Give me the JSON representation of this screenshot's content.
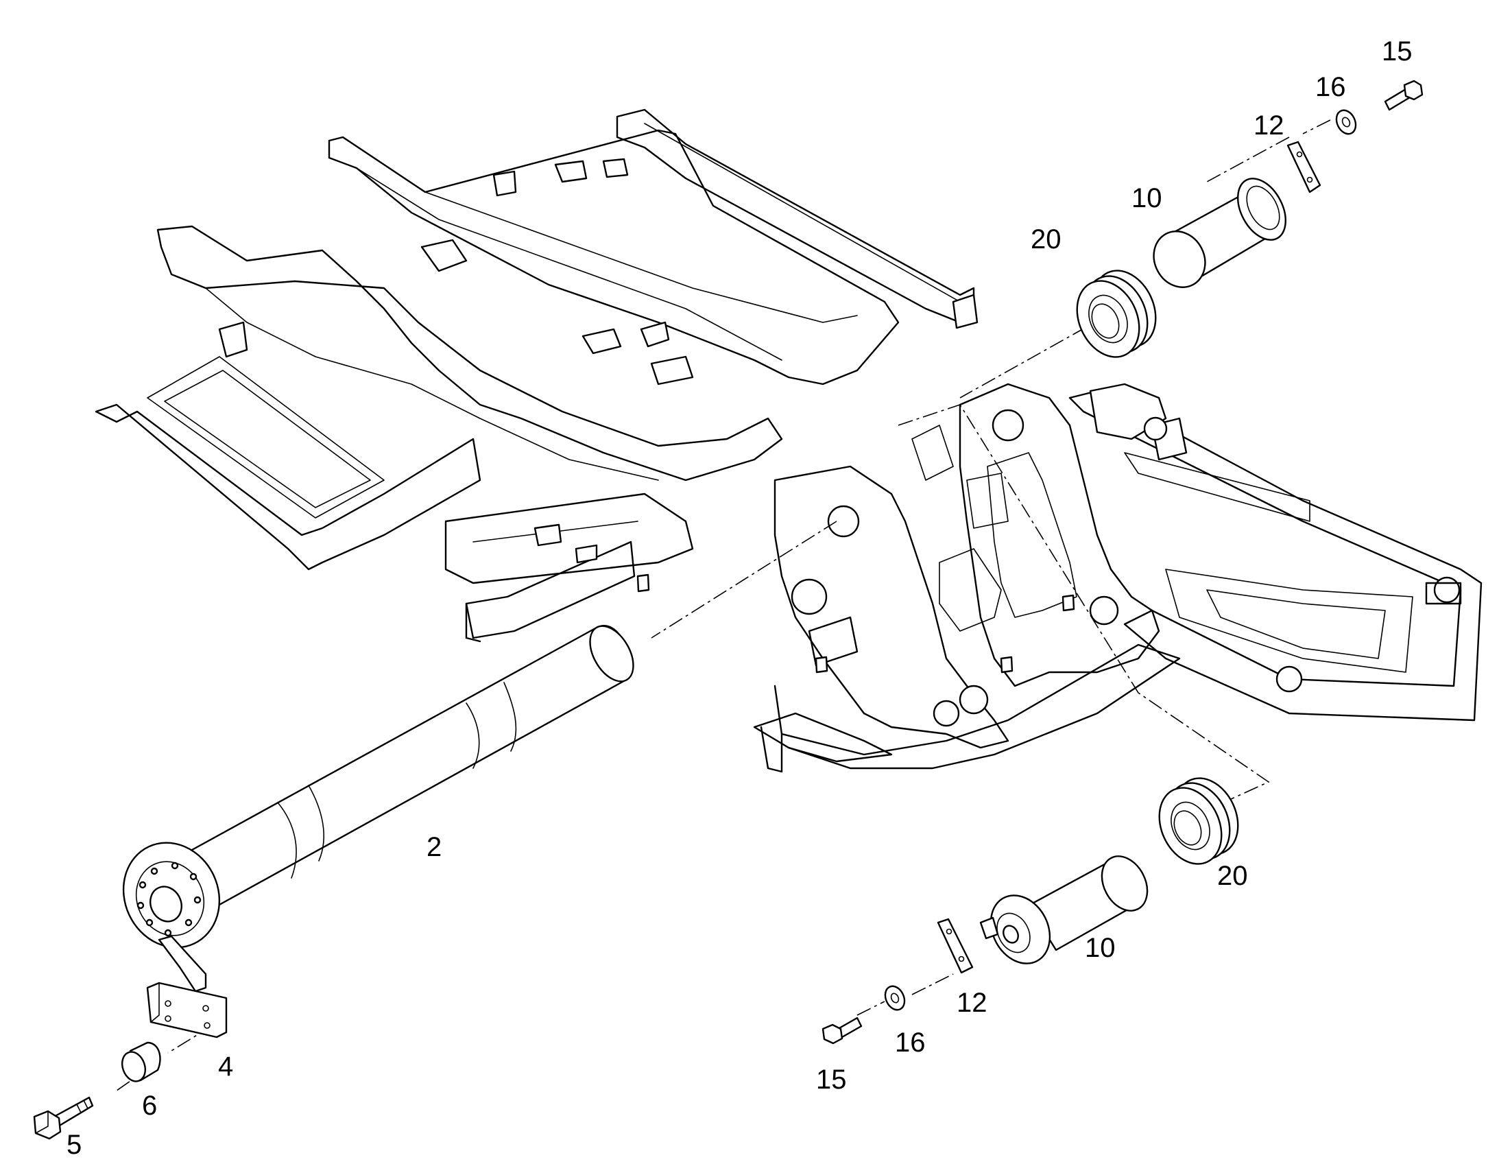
{
  "callouts": {
    "c2": "2",
    "c4": "4",
    "c5": "5",
    "c6": "6",
    "c10_top": "10",
    "c10_bottom": "10",
    "c12_top": "12",
    "c12_bottom": "12",
    "c15_top": "15",
    "c15_bottom": "15",
    "c16_top": "16",
    "c16_bottom": "16",
    "c20_top": "20",
    "c20_bottom": "20"
  },
  "colors": {
    "line": "#000000",
    "background": "#ffffff"
  }
}
